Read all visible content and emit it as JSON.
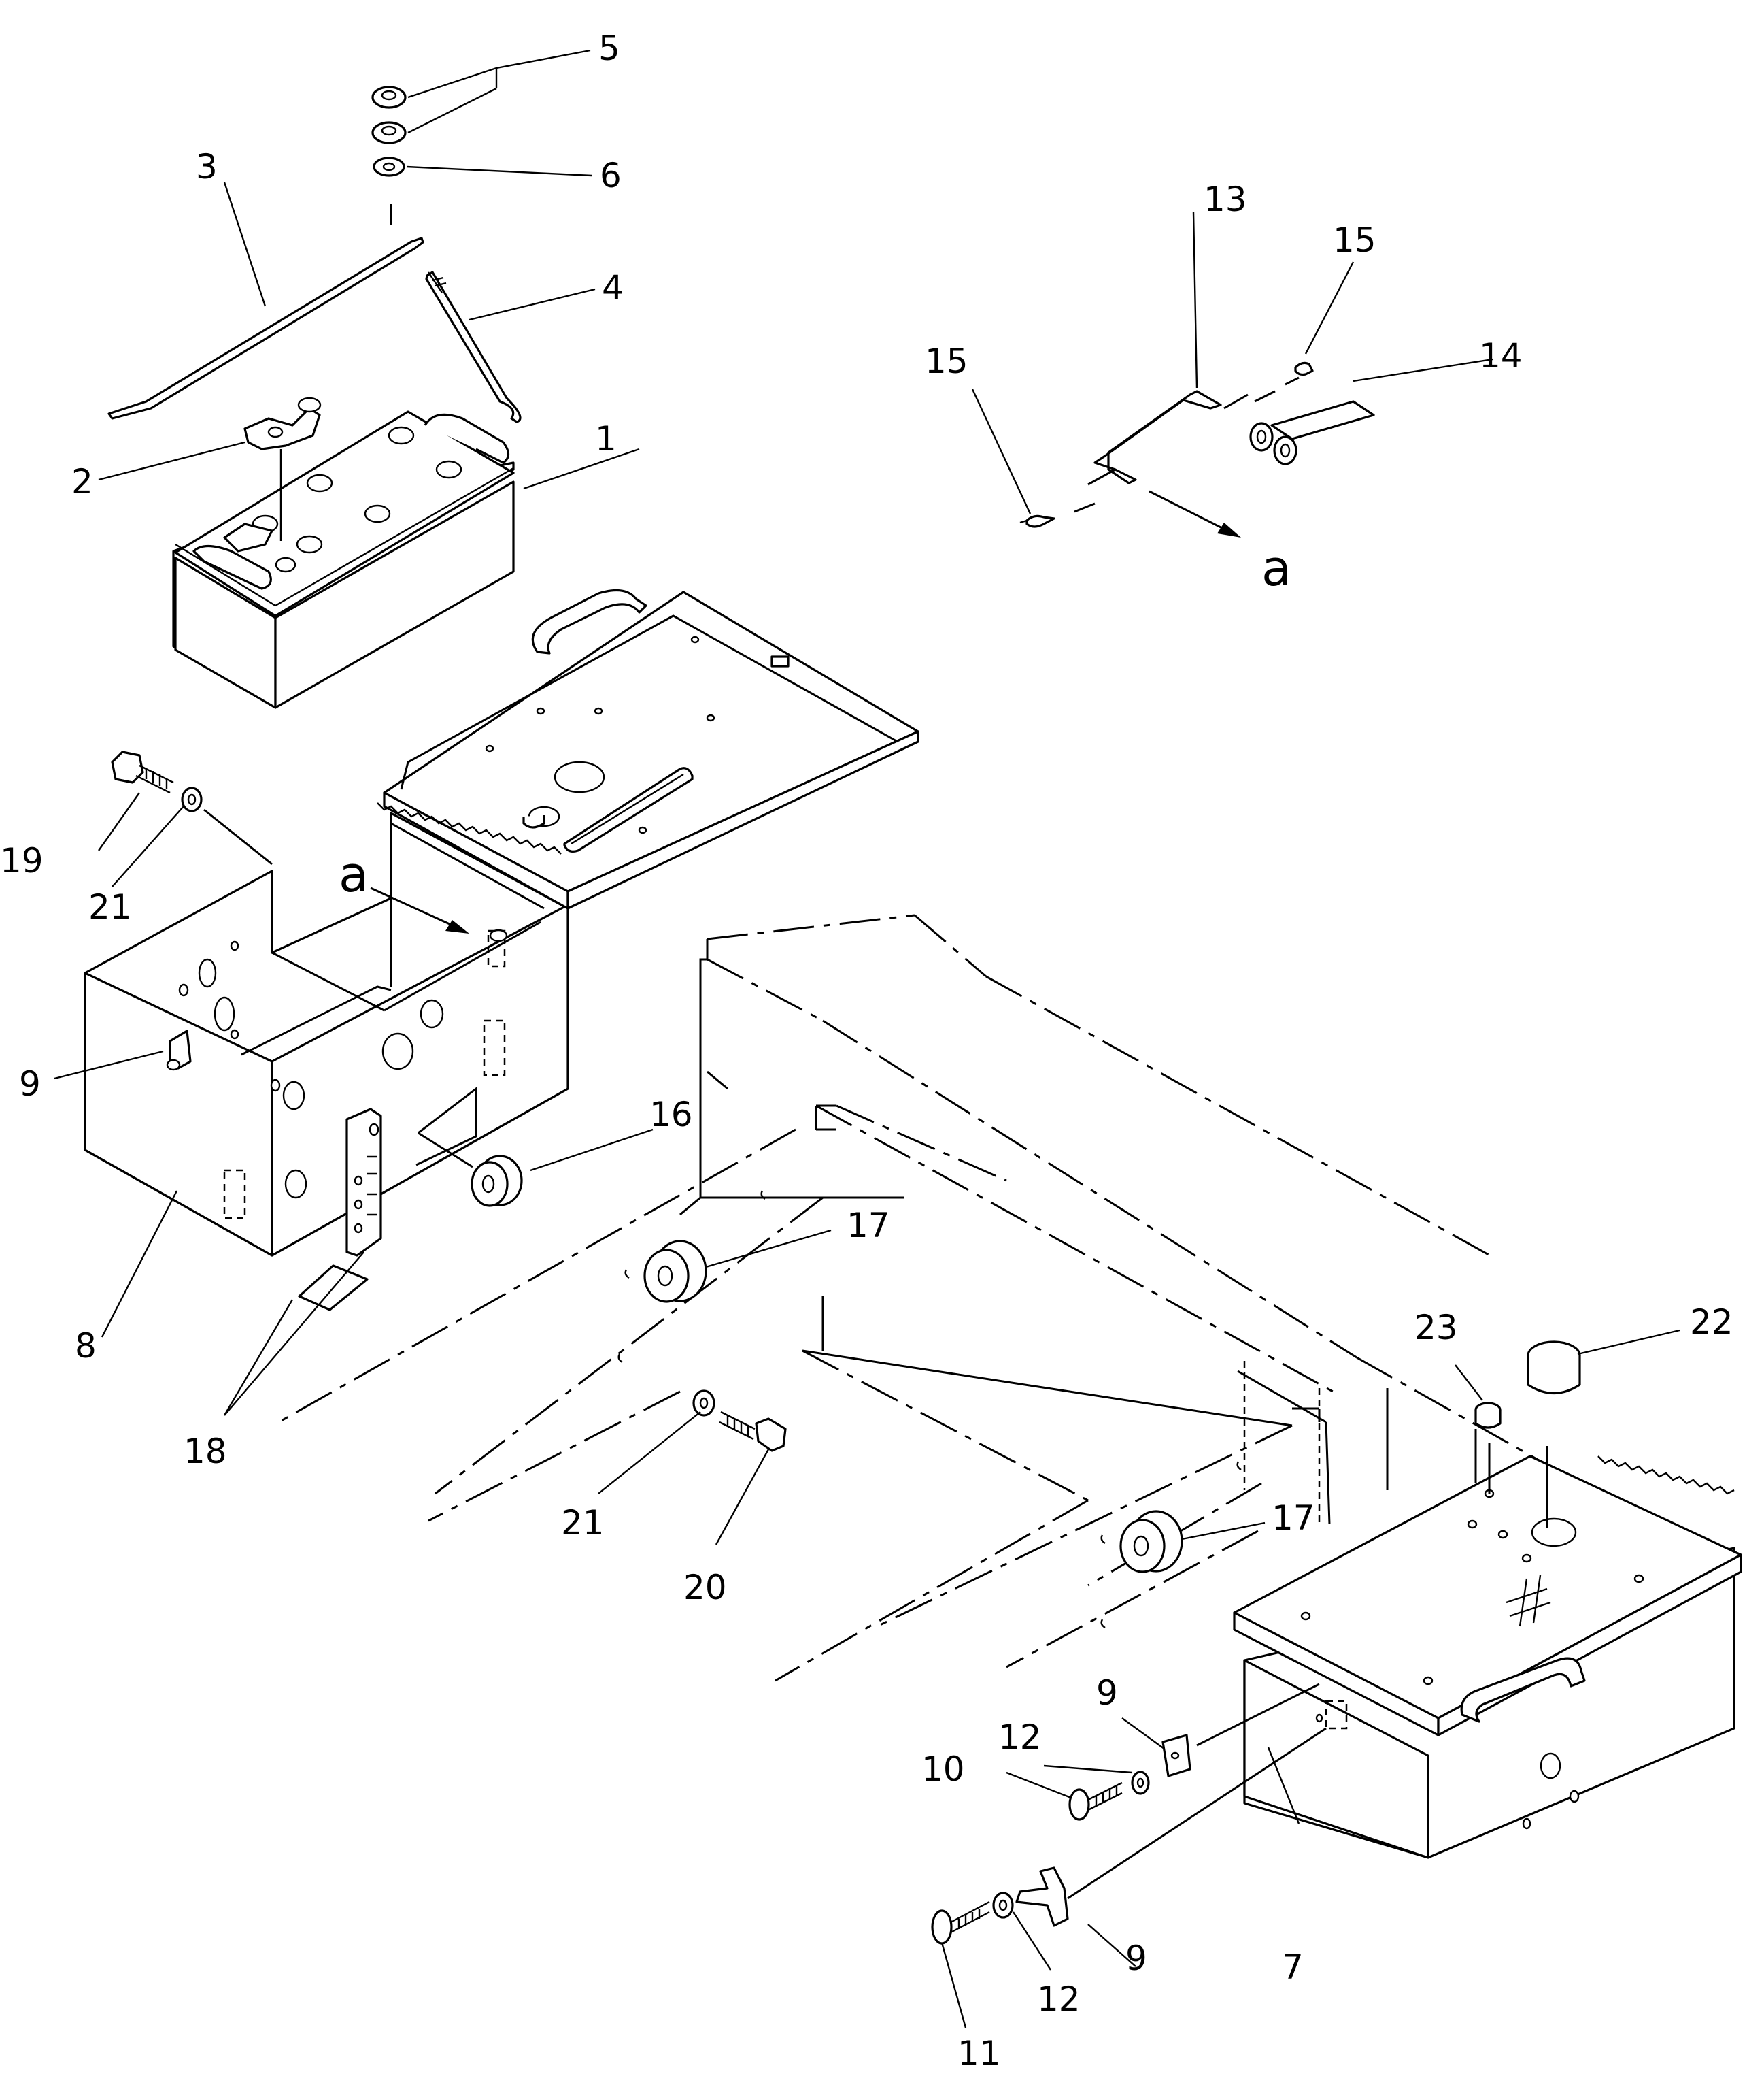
{
  "diagram": {
    "callouts": [
      {
        "id": "c1",
        "text": "1"
      },
      {
        "id": "c2",
        "text": "2"
      },
      {
        "id": "c3",
        "text": "3"
      },
      {
        "id": "c4",
        "text": "4"
      },
      {
        "id": "c5",
        "text": "5"
      },
      {
        "id": "c6",
        "text": "6"
      },
      {
        "id": "c7",
        "text": "7"
      },
      {
        "id": "c8",
        "text": "8"
      },
      {
        "id": "c9a",
        "text": "9"
      },
      {
        "id": "c9b",
        "text": "9"
      },
      {
        "id": "c9c",
        "text": "9"
      },
      {
        "id": "c10",
        "text": "10"
      },
      {
        "id": "c11",
        "text": "11"
      },
      {
        "id": "c12a",
        "text": "12"
      },
      {
        "id": "c12b",
        "text": "12"
      },
      {
        "id": "c13",
        "text": "13"
      },
      {
        "id": "c14",
        "text": "14"
      },
      {
        "id": "c15a",
        "text": "15"
      },
      {
        "id": "c15b",
        "text": "15"
      },
      {
        "id": "c16",
        "text": "16"
      },
      {
        "id": "c17a",
        "text": "17"
      },
      {
        "id": "c17b",
        "text": "17"
      },
      {
        "id": "c18",
        "text": "18"
      },
      {
        "id": "c19",
        "text": "19"
      },
      {
        "id": "c20",
        "text": "20"
      },
      {
        "id": "c21a",
        "text": "21"
      },
      {
        "id": "c21b",
        "text": "21"
      },
      {
        "id": "c22",
        "text": "22"
      },
      {
        "id": "c23",
        "text": "23"
      }
    ],
    "view_marker_detail": "a",
    "view_marker_box": "a"
  }
}
